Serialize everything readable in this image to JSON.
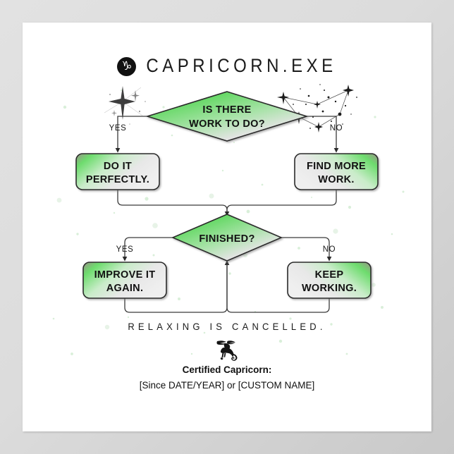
{
  "poster": {
    "title": "CAPRICORN.EXE",
    "zodiac_symbol": "♑",
    "tagline": "RELAXING IS CANCELLED.",
    "certified_label": "Certified Capricorn:",
    "custom_line": "[Since DATE/YEAR] or [CUSTOM NAME]",
    "goat_icon": "capricorn-sea-goat-icon",
    "colors": {
      "accent_green": "#6fdc6f",
      "node_gray": "#e9e9e9",
      "node_dark": "#9a9088",
      "outline": "#2b2b2b",
      "mat": "#dcdcdc",
      "sheet": "#ffffff",
      "text": "#111111"
    }
  },
  "flowchart": {
    "nodes": [
      {
        "id": "start-decision",
        "shape": "diamond",
        "lines": [
          "IS THERE",
          "WORK TO DO?"
        ]
      },
      {
        "id": "do-it-perfectly",
        "shape": "box",
        "lines": [
          "DO IT",
          "PERFECTLY."
        ]
      },
      {
        "id": "find-more-work",
        "shape": "box",
        "lines": [
          "FIND MORE",
          "WORK."
        ]
      },
      {
        "id": "finished-decision",
        "shape": "diamond",
        "lines": [
          "FINISHED?"
        ]
      },
      {
        "id": "improve-it-again",
        "shape": "box",
        "lines": [
          "IMPROVE IT",
          "AGAIN."
        ]
      },
      {
        "id": "keep-working",
        "shape": "box",
        "lines": [
          "KEEP",
          "WORKING."
        ]
      }
    ],
    "branch_labels": {
      "start_yes": "YES",
      "start_no": "NO",
      "finished_yes": "YES",
      "finished_no": "NO"
    }
  }
}
